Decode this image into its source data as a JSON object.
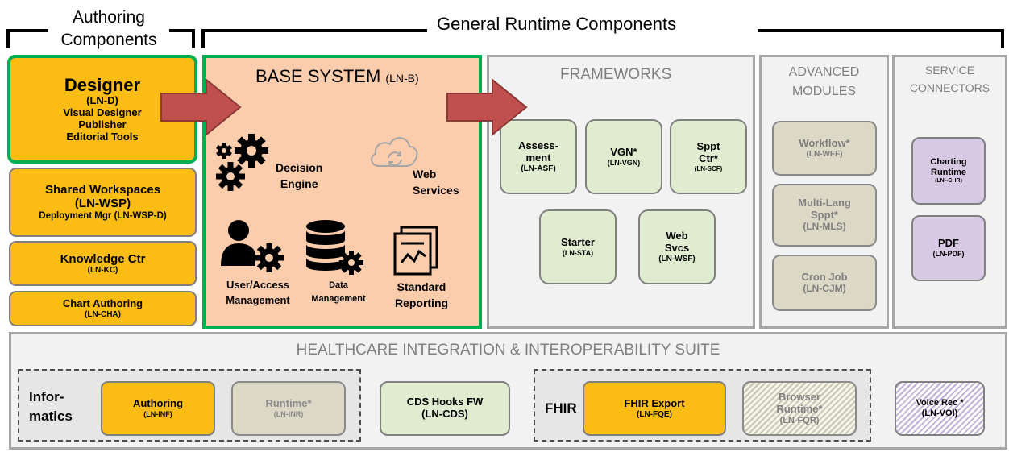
{
  "headers": {
    "authoring": [
      "Authoring",
      "Components"
    ],
    "runtime": "General Runtime Components"
  },
  "authoring": {
    "designer": {
      "title": "Designer",
      "code": "(LN-D)",
      "lines": [
        "Visual Designer",
        "Publisher",
        "Editorial Tools"
      ]
    },
    "workspaces": {
      "title": "Shared Workspaces",
      "code": "(LN-WSP)",
      "line": "Deployment Mgr (LN-WSP-D)"
    },
    "knowledge": {
      "title": "Knowledge Ctr",
      "code": "(LN-KC)"
    },
    "chart": {
      "title": "Chart Authoring",
      "code": "(LN-CHA)"
    }
  },
  "base": {
    "title": "BASE SYSTEM",
    "code": "(LN-B)",
    "decision": [
      "Decision",
      "Engine"
    ],
    "web": [
      "Web",
      "Services"
    ],
    "user": [
      "User/Access",
      "Management"
    ],
    "data": [
      "Data",
      "Management"
    ],
    "reporting": [
      "Standard",
      "Reporting"
    ]
  },
  "frameworks": {
    "title": "FRAMEWORKS",
    "items": {
      "assessment": {
        "lines": [
          "Assess-",
          "ment"
        ],
        "code": "(LN-ASF)"
      },
      "vgn": {
        "lines": [
          "VGN*"
        ],
        "code": "(LN-VGN)"
      },
      "sppt": {
        "lines": [
          "Sppt",
          "Ctr*"
        ],
        "code": "(LN-SCF)"
      },
      "starter": {
        "lines": [
          "Starter"
        ],
        "code": "(LN-STA)"
      },
      "websvcs": {
        "lines": [
          "Web",
          "Svcs"
        ],
        "code": "(LN-WSF)"
      }
    }
  },
  "advanced": {
    "title": [
      "ADVANCED",
      "MODULES"
    ],
    "workflow": {
      "title": "Workflow*",
      "code": "(LN-WFF)"
    },
    "multilang": {
      "lines": [
        "Multi-Lang",
        "Sppt*"
      ],
      "code": "(LN-MLS)"
    },
    "cron": {
      "title": "Cron Job",
      "code": "(LN-CJM)"
    }
  },
  "connectors": {
    "title": [
      "SERVICE",
      "CONNECTORS"
    ],
    "charting": {
      "lines": [
        "Charting",
        "Runtime"
      ],
      "code": "(LN--CHR)"
    },
    "pdf": {
      "title": "PDF",
      "code": "(LN-PDF)"
    }
  },
  "healthcare": {
    "title": "HEALTHCARE INTEGRATION & INTEROPERABILITY SUITE",
    "informatics": [
      "Infor-",
      "matics"
    ],
    "authoring": {
      "title": "Authoring",
      "code": "(LN-INF)"
    },
    "runtime": {
      "title": "Runtime*",
      "code": "(LN-INR)"
    },
    "cds": {
      "title": "CDS Hooks FW",
      "code": "(LN-CDS)"
    },
    "fhir": "FHIR",
    "fhir_export": {
      "title": "FHIR Export",
      "code": "(LN-FQE)"
    },
    "browser": {
      "lines": [
        "Browser",
        "Runtime*"
      ],
      "code": "(LN-FQR)"
    },
    "voice": {
      "title": "Voice Rec *",
      "code": "(LN-VOI)"
    }
  },
  "colors": {
    "orange": "#fbbd13",
    "green_border": "#00b050",
    "salmon": "#fbcdac",
    "arrow_red": "#c0504d",
    "framework_green": "#dfeccf",
    "tan": "#dcd8c6",
    "purple": "#d7c8e4"
  }
}
